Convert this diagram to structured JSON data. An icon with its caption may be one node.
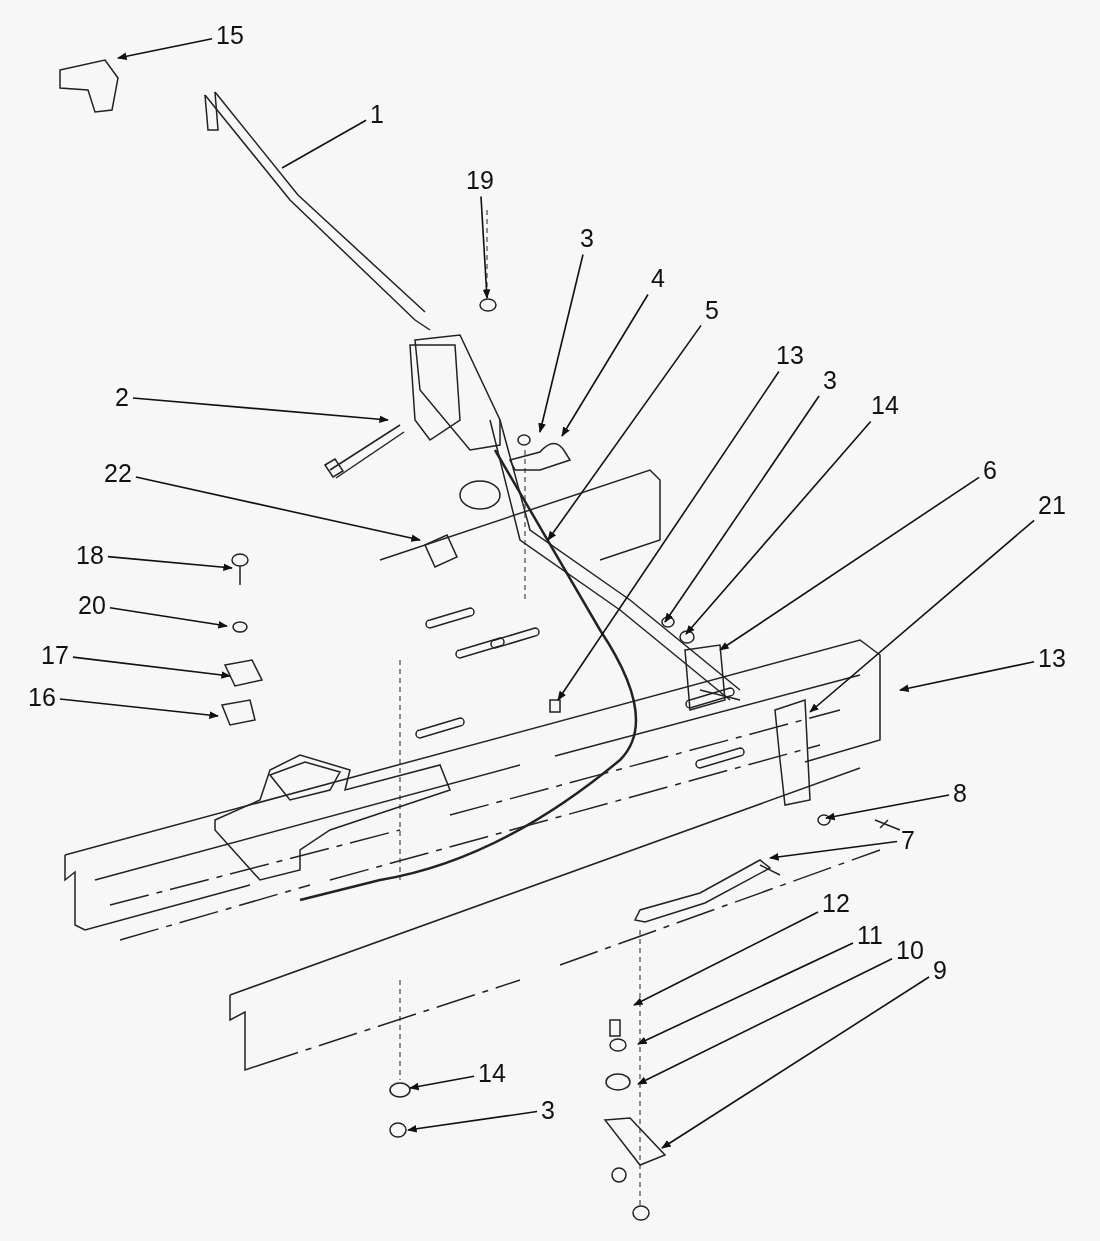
{
  "diagram": {
    "nodes": [
      {
        "text": [
          "15"
        ]
      },
      {
        "text": [
          "1"
        ]
      },
      {
        "text": [
          "19"
        ]
      },
      {
        "text": [
          "3"
        ]
      },
      {
        "text": [
          "4"
        ]
      },
      {
        "text": [
          "5"
        ]
      },
      {
        "text": [
          "13"
        ]
      },
      {
        "text": [
          "3"
        ]
      },
      {
        "text": [
          "14"
        ]
      },
      {
        "text": [
          "2"
        ]
      },
      {
        "text": [
          "6"
        ]
      },
      {
        "text": [
          "22"
        ]
      },
      {
        "text": [
          "21"
        ]
      },
      {
        "text": [
          "18"
        ]
      },
      {
        "text": [
          "20"
        ]
      },
      {
        "text": [
          "17"
        ]
      },
      {
        "text": [
          "13"
        ]
      },
      {
        "text": [
          "16"
        ]
      },
      {
        "text": [
          "8"
        ]
      },
      {
        "text": [
          "7"
        ]
      },
      {
        "text": [
          "12"
        ]
      },
      {
        "text": [
          "11"
        ]
      },
      {
        "text": [
          "10"
        ]
      },
      {
        "text": [
          "9"
        ]
      },
      {
        "text": [
          "14"
        ]
      },
      {
        "text": [
          "3"
        ]
      }
    ],
    "edges": [
      {
        "from": 0,
        "to": null,
        "arrow": "to"
      },
      {
        "from": 1,
        "to": null,
        "arrow": "none"
      },
      {
        "from": 2,
        "to": null,
        "arrow": "to"
      },
      {
        "from": 3,
        "to": null,
        "arrow": "to"
      },
      {
        "from": 4,
        "to": null,
        "arrow": "to"
      },
      {
        "from": 5,
        "to": null,
        "arrow": "to"
      },
      {
        "from": 6,
        "to": null,
        "arrow": "to"
      },
      {
        "from": 7,
        "to": null,
        "arrow": "to"
      },
      {
        "from": 8,
        "to": null,
        "arrow": "to"
      },
      {
        "from": 9,
        "to": null,
        "arrow": "to"
      },
      {
        "from": 10,
        "to": null,
        "arrow": "to"
      },
      {
        "from": 11,
        "to": null,
        "arrow": "to"
      },
      {
        "from": 12,
        "to": null,
        "arrow": "to"
      },
      {
        "from": 13,
        "to": null,
        "arrow": "to"
      },
      {
        "from": 14,
        "to": null,
        "arrow": "to"
      },
      {
        "from": 15,
        "to": null,
        "arrow": "to"
      },
      {
        "from": 16,
        "to": null,
        "arrow": "to"
      },
      {
        "from": 17,
        "to": null,
        "arrow": "to"
      },
      {
        "from": 18,
        "to": null,
        "arrow": "to"
      },
      {
        "from": 19,
        "to": null,
        "arrow": "to"
      },
      {
        "from": 20,
        "to": null,
        "arrow": "to"
      },
      {
        "from": 21,
        "to": null,
        "arrow": "to"
      },
      {
        "from": 22,
        "to": null,
        "arrow": "to"
      },
      {
        "from": 23,
        "to": null,
        "arrow": "to"
      },
      {
        "from": 24,
        "to": null,
        "arrow": "to"
      },
      {
        "from": 25,
        "to": null,
        "arrow": "to"
      }
    ]
  }
}
